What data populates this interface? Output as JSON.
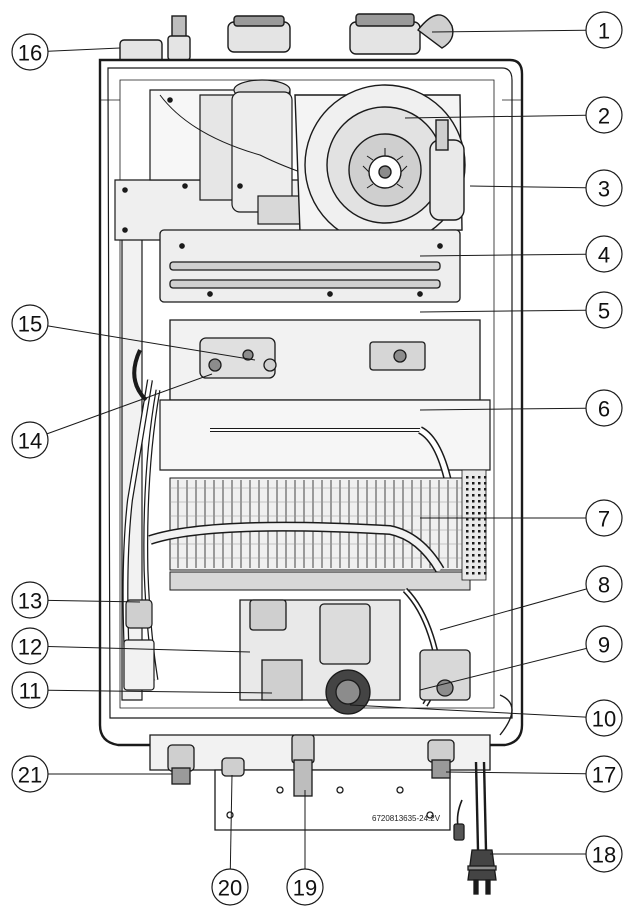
{
  "diagram": {
    "part_code": "6720813635-24.2V",
    "line_color": "#1a1a1a",
    "fill_light": "#ececec",
    "fill_mid": "#cfcfcf",
    "fill_dark": "#8c8c8c",
    "callouts": [
      {
        "id": "1",
        "label": "1"
      },
      {
        "id": "2",
        "label": "2"
      },
      {
        "id": "3",
        "label": "3"
      },
      {
        "id": "4",
        "label": "4"
      },
      {
        "id": "5",
        "label": "5"
      },
      {
        "id": "6",
        "label": "6"
      },
      {
        "id": "7",
        "label": "7"
      },
      {
        "id": "8",
        "label": "8"
      },
      {
        "id": "9",
        "label": "9"
      },
      {
        "id": "10",
        "label": "10"
      },
      {
        "id": "11",
        "label": "11"
      },
      {
        "id": "12",
        "label": "12"
      },
      {
        "id": "13",
        "label": "13"
      },
      {
        "id": "14",
        "label": "14"
      },
      {
        "id": "15",
        "label": "15"
      },
      {
        "id": "16",
        "label": "16"
      },
      {
        "id": "17",
        "label": "17"
      },
      {
        "id": "18",
        "label": "18"
      },
      {
        "id": "19",
        "label": "19"
      },
      {
        "id": "20",
        "label": "20"
      },
      {
        "id": "21",
        "label": "21"
      }
    ]
  }
}
